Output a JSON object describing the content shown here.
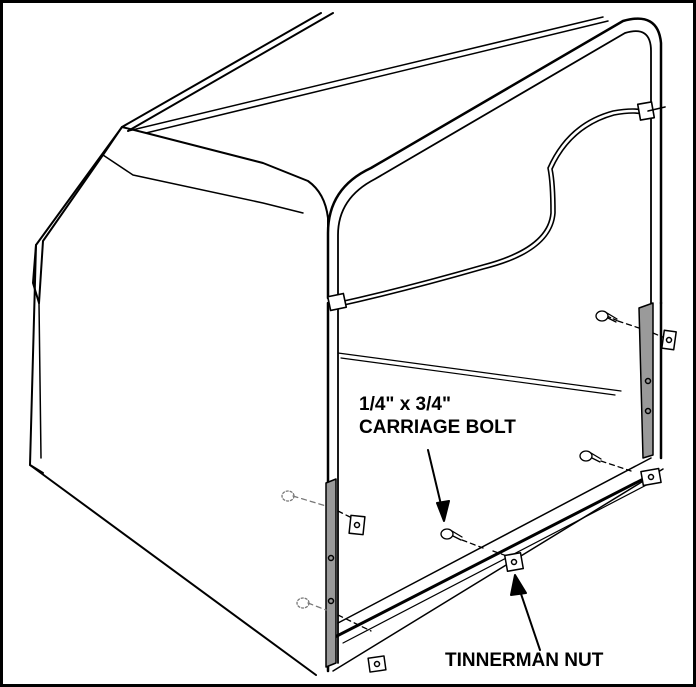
{
  "labels": {
    "bolt_line1": "1/4\" x 3/4\"",
    "bolt_line2": "CARRIAGE BOLT",
    "nut": "TINNERMAN NUT"
  },
  "colors": {
    "ink": "#000000",
    "paper": "#ffffff",
    "shade": "#9a9a9a"
  }
}
